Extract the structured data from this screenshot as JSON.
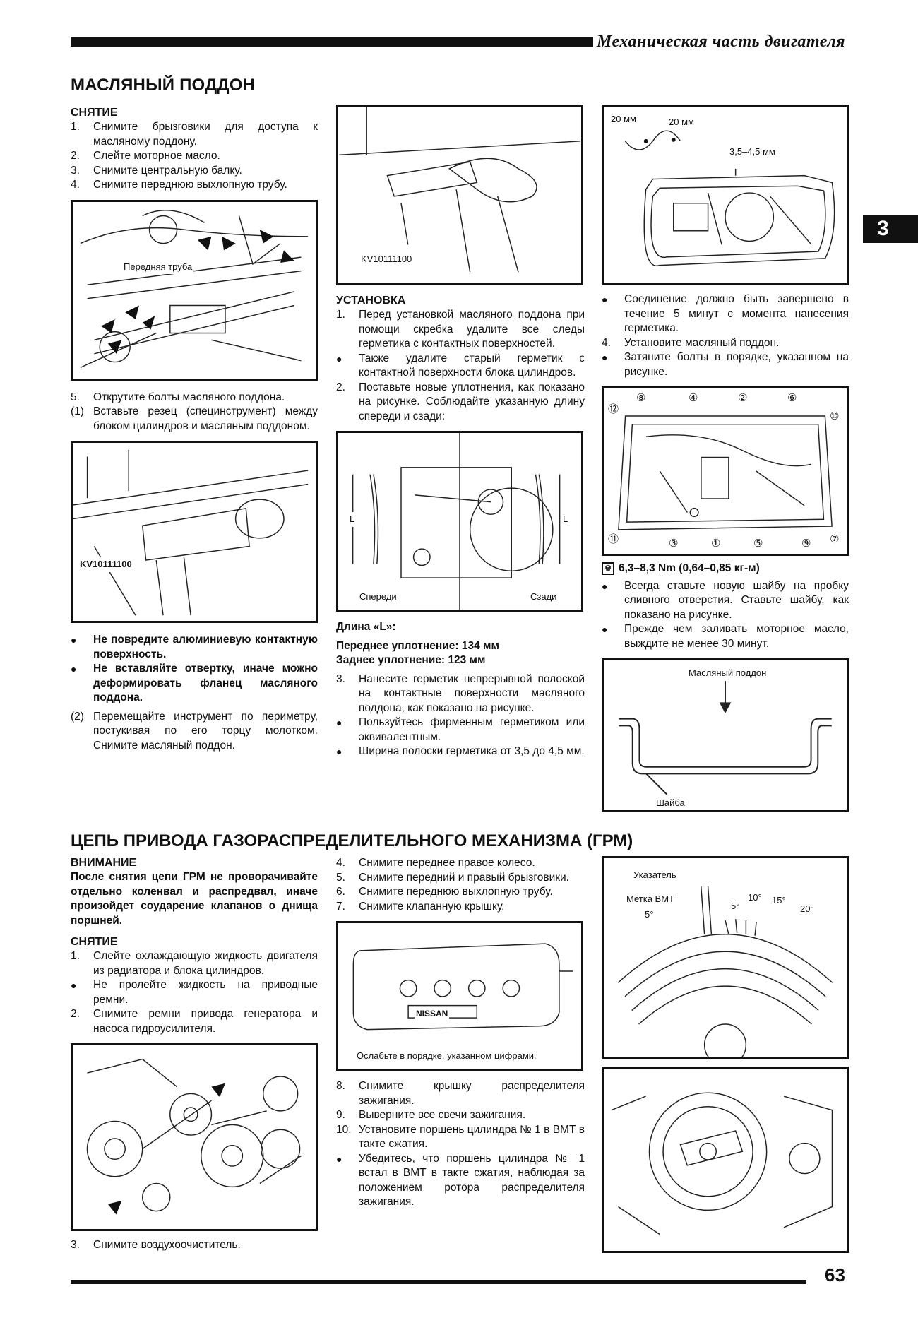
{
  "header": {
    "title": "Механическая часть двигателя",
    "chapter": "3",
    "page_number": "63"
  },
  "oil_pan": {
    "title": "МАСЛЯНЫЙ ПОДДОН",
    "removal": {
      "heading": "СНЯТИЕ",
      "steps": [
        {
          "n": "1.",
          "text": "Снимите брызговики для доступа к масляному поддону."
        },
        {
          "n": "2.",
          "text": "Слейте моторное масло."
        },
        {
          "n": "3.",
          "text": "Снимите центральную балку."
        },
        {
          "n": "4.",
          "text": "Снимите переднюю выхлопную трубу."
        }
      ],
      "fig1_label": "Передняя труба",
      "steps2": [
        {
          "n": "5.",
          "text": "Открутите болты масляного поддона."
        },
        {
          "n": "(1)",
          "text": "Вставьте резец (специнструмент) между блоком цилиндров и масляным поддоном."
        }
      ],
      "fig2_label": "KV10111100",
      "warnings": [
        "Не повредите алюминиевую контактную поверхность.",
        "Не вставляйте отвертку, иначе можно деформировать фланец масляного поддона."
      ],
      "step3": {
        "n": "(2)",
        "text": "Перемещайте инструмент по периметру, постукивая по его торцу молотком. Снимите масляный поддон."
      }
    },
    "fig3_label": "KV10111100",
    "installation": {
      "heading": "УСТАНОВКА",
      "steps": [
        {
          "type": "n",
          "n": "1.",
          "text": "Перед установкой масляного поддона при помощи скребка удалите все следы герметика с контактных поверхностей."
        },
        {
          "type": "dot",
          "n": "●",
          "text": "Также удалите старый герметик с контактной поверхности блока цилиндров."
        },
        {
          "type": "n",
          "n": "2.",
          "text": "Поставьте новые уплотнения, как показано на рисунке. Соблюдайте указанную длину спереди и сзади:"
        }
      ],
      "fig4_front": "Спереди",
      "fig4_rear": "Сзади",
      "fig4_L": "L",
      "length_title": "Длина «L»:",
      "front_seal": "Переднее уплотнение: 134 мм",
      "rear_seal": "Заднее уплотнение: 123 мм",
      "steps2": [
        {
          "type": "n",
          "n": "3.",
          "text": "Нанесите герметик непрерывной полоской на контактные поверхности масляного поддона, как показано на рисунке."
        },
        {
          "type": "dot",
          "n": "●",
          "text": "Пользуйтесь фирменным герметиком или эквивалентным."
        },
        {
          "type": "dot",
          "n": "●",
          "text": "Ширина полоски герметика от 3,5 до 4,5 мм."
        }
      ]
    },
    "fig5": {
      "dim1": "20 мм",
      "dim2": "20 мм",
      "dim3": "3,5–4,5 мм"
    },
    "right_steps": [
      {
        "type": "dot",
        "n": "●",
        "text": "Соединение должно быть завершено в течение 5 минут с момента нанесения герметика."
      },
      {
        "type": "n",
        "n": "4.",
        "text": "Установите масляный поддон."
      },
      {
        "type": "dot",
        "n": "●",
        "text": "Затяните болты в порядке, указанном на рисунке."
      }
    ],
    "fig6_numbers": [
      "⑧",
      "④",
      "②",
      "⑥",
      "⑫",
      "⑩",
      "⑪",
      "③",
      "①",
      "⑤",
      "⑨",
      "⑦"
    ],
    "torque": "6,3–8,3 Nm (0,64–0,85 кг-м)",
    "right_steps2": [
      {
        "type": "dot",
        "n": "●",
        "text": "Всегда ставьте новую шайбу на пробку сливного отверстия. Ставьте шайбу, как показано на рисунке."
      },
      {
        "type": "dot",
        "n": "●",
        "text": "Прежде чем заливать моторное масло, выждите не менее 30 минут."
      }
    ],
    "fig7": {
      "top": "Масляный поддон",
      "bottom": "Шайба"
    }
  },
  "timing_chain": {
    "title": "ЦЕПЬ ПРИВОДА ГАЗОРАСПРЕДЕЛИТЕЛЬНОГО МЕХАНИЗМА (ГРМ)",
    "attention_heading": "ВНИМАНИЕ",
    "attention_text": "После снятия цепи ГРМ не проворачивайте отдельно коленвал и распредвал, иначе произойдет соударение клапанов о днища поршней.",
    "removal_heading": "СНЯТИЕ",
    "steps": [
      {
        "type": "n",
        "n": "1.",
        "text": "Слейте охлаждающую жидкость двигателя из радиатора и блока цилиндров."
      },
      {
        "type": "dot",
        "n": "●",
        "text": "Не пролейте жидкость на приводные ремни."
      },
      {
        "type": "n",
        "n": "2.",
        "text": "Снимите ремни привода генератора и насоса гидроусилителя."
      }
    ],
    "step3": {
      "n": "3.",
      "text": "Снимите воздухоочиститель."
    },
    "mid_steps": [
      {
        "n": "4.",
        "text": "Снимите переднее правое колесо."
      },
      {
        "n": "5.",
        "text": "Снимите передний и правый брызговики."
      },
      {
        "n": "6.",
        "text": "Снимите переднюю выхлопную трубу."
      },
      {
        "n": "7.",
        "text": "Снимите клапанную крышку."
      }
    ],
    "fig_cover_caption": "Ослабьте в порядке, указанном цифрами.",
    "fig_cover_brand": "NISSAN",
    "mid_steps2": [
      {
        "type": "n",
        "n": "8.",
        "text": "Снимите крышку распределителя зажигания."
      },
      {
        "type": "n",
        "n": "9.",
        "text": "Выверните все свечи зажигания."
      },
      {
        "type": "n",
        "n": "10.",
        "text": "Установите поршень цилиндра № 1 в ВМТ в такте сжатия."
      },
      {
        "type": "dot",
        "n": "●",
        "text": "Убедитесь, что поршень цилиндра № 1 встал в ВМТ в такте сжатия, наблюдая за положением ротора распределителя зажигания."
      }
    ],
    "fig_pulley": {
      "pointer": "Указатель",
      "tdc": "Метка ВМТ",
      "d5": "5°",
      "d5b": "5°",
      "d10": "10°",
      "d15": "15°",
      "d20": "20°"
    }
  }
}
